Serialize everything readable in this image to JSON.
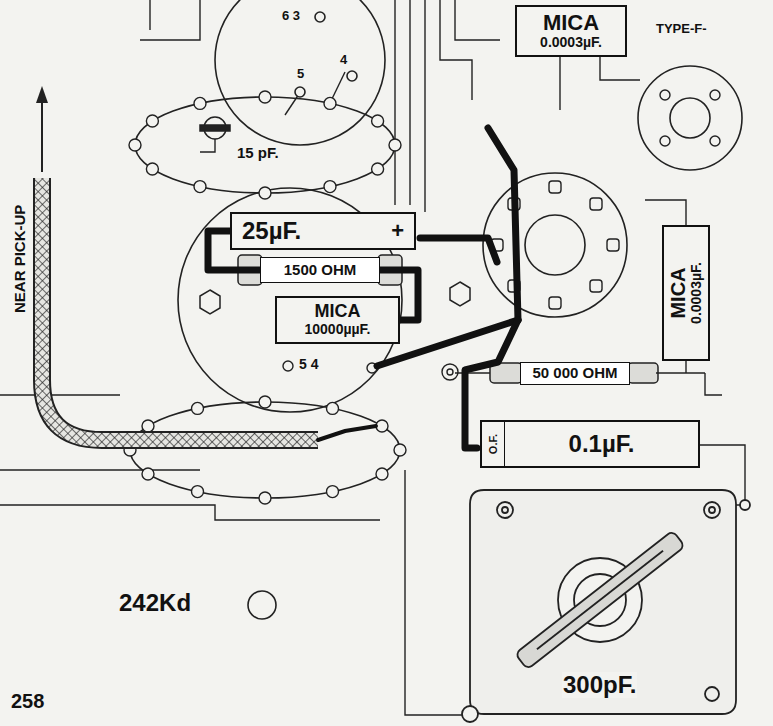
{
  "diagram": {
    "nodes": [
      {
        "text": [
          "MICA",
          "0.0003µF."
        ]
      },
      {
        "text": [
          "25µF.",
          "+"
        ]
      },
      {
        "text": [
          "1500 OHM"
        ]
      },
      {
        "text": [
          "MICA",
          "10000µµF."
        ]
      },
      {
        "text": [
          "MICA",
          "0.0003µF."
        ]
      },
      {
        "text": [
          "50 000 OHM"
        ]
      },
      {
        "text": [
          "O.F.",
          "0.1µF."
        ]
      }
    ],
    "edges": [
      {
        "from": 1,
        "to": 2,
        "arrow": "none"
      },
      {
        "from": 2,
        "to": 3,
        "arrow": "none"
      }
    ],
    "labels": [
      "TYPE-F-",
      "6 3",
      "5",
      "4",
      "15 pF.",
      "NEAR PICK-UP",
      "5 4",
      "300pF.",
      "242Kd",
      "258"
    ]
  }
}
